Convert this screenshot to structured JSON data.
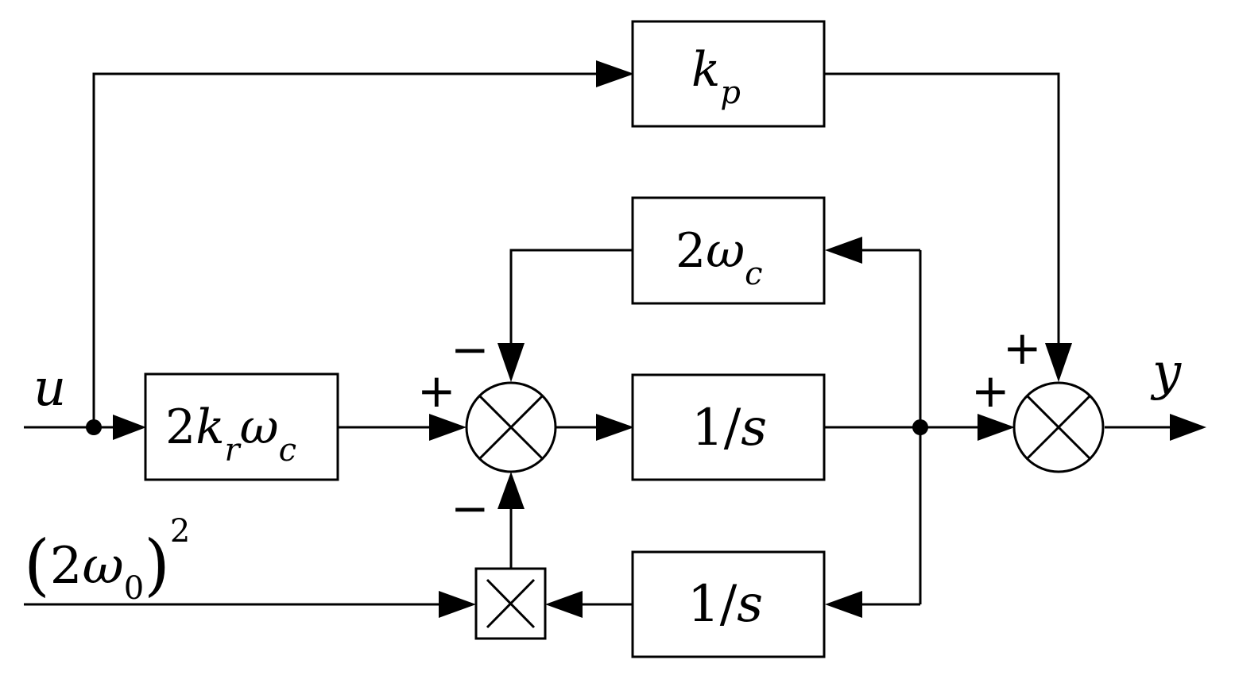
{
  "colors": {
    "stroke": "#000000",
    "background": "#ffffff"
  },
  "blocks": {
    "kp": {
      "main": "k",
      "sub": "p"
    },
    "gain_2kr_wc": {
      "coef": "2",
      "k": "k",
      "k_sub": "r",
      "w": "ω",
      "w_sub": "c"
    },
    "two_wc": {
      "coef": "2",
      "w": "ω",
      "w_sub": "c"
    },
    "integrator_top": {
      "num": "1",
      "slash": "/",
      "var": "s"
    },
    "integrator_bottom": {
      "num": "1",
      "slash": "/",
      "var": "s"
    }
  },
  "signals": {
    "input": "u",
    "output": "y",
    "omega0_term": {
      "lparen": "(",
      "coef": "2",
      "w": "ω",
      "sub": "0",
      "rparen": ")",
      "power": "2"
    }
  },
  "signs": {
    "sum1_left": "+",
    "sum1_top": "−",
    "sum1_bottom": "−",
    "sum2_top": "+",
    "sum2_left": "+"
  },
  "icons": {
    "summing_junction": "circle-with-x-icon",
    "multiplier": "square-with-x-icon",
    "arrowhead": "filled-triangle-arrow-icon",
    "branch_point": "filled-dot-icon"
  }
}
